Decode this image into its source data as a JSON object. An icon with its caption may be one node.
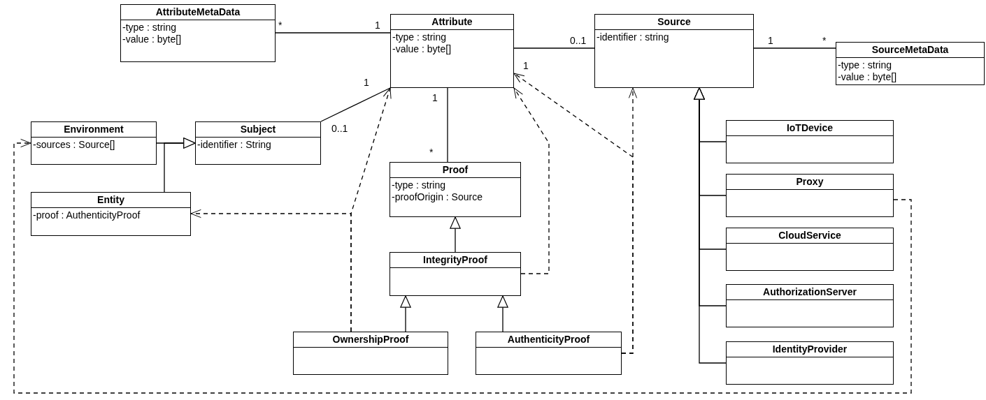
{
  "diagram": {
    "nodes": [
      {
        "text": [
          "AttributeMetaData",
          "-type : string",
          "-value : byte[]"
        ]
      },
      {
        "text": [
          "Attribute",
          "-type : string",
          "-value : byte[]"
        ]
      },
      {
        "text": [
          "Source",
          "-identifier : string"
        ]
      },
      {
        "text": [
          "SourceMetaData",
          "-type : string",
          "-value : byte[]"
        ]
      },
      {
        "text": [
          "Environment",
          "-sources : Source[]"
        ]
      },
      {
        "text": [
          "Subject",
          "-identifier : String"
        ]
      },
      {
        "text": [
          "Entity",
          "-proof : AuthenticityProof"
        ]
      },
      {
        "text": [
          "Proof",
          "-type : string",
          "-proofOrigin : Source"
        ]
      },
      {
        "text": [
          "IntegrityProof"
        ]
      },
      {
        "text": [
          "OwnershipProof"
        ]
      },
      {
        "text": [
          "AuthenticityProof"
        ]
      },
      {
        "text": [
          "IoTDevice"
        ]
      },
      {
        "text": [
          "Proxy"
        ]
      },
      {
        "text": [
          "CloudService"
        ]
      },
      {
        "text": [
          "AuthorizationServer"
        ]
      },
      {
        "text": [
          "IdentityProvider"
        ]
      }
    ],
    "edges": [
      {
        "from": 0,
        "to": 1,
        "arrow": "none"
      },
      {
        "from": 5,
        "to": 1,
        "arrow": "none"
      },
      {
        "from": 1,
        "to": 7,
        "arrow": "none"
      },
      {
        "from": 1,
        "to": 2,
        "arrow": "none"
      },
      {
        "from": 2,
        "to": 3,
        "arrow": "none"
      },
      {
        "from": 4,
        "to": 5,
        "arrow": "to"
      },
      {
        "from": 6,
        "to": 5,
        "arrow": "to"
      },
      {
        "from": 8,
        "to": 7,
        "arrow": "to"
      },
      {
        "from": 9,
        "to": 8,
        "arrow": "to"
      },
      {
        "from": 10,
        "to": 8,
        "arrow": "to"
      },
      {
        "from": 11,
        "to": 2,
        "arrow": "to"
      },
      {
        "from": 12,
        "to": 2,
        "arrow": "to"
      },
      {
        "from": 13,
        "to": 2,
        "arrow": "to"
      },
      {
        "from": 14,
        "to": 2,
        "arrow": "to"
      },
      {
        "from": 15,
        "to": 2,
        "arrow": "to"
      },
      {
        "from": 9,
        "to": 1,
        "arrow": "to",
        "style": "dashed"
      },
      {
        "from": 9,
        "to": 6,
        "arrow": "to",
        "style": "dashed"
      },
      {
        "from": 8,
        "to": 1,
        "arrow": "to",
        "style": "dashed"
      },
      {
        "from": 10,
        "to": 2,
        "arrow": "to",
        "style": "dashed"
      },
      {
        "from": 10,
        "to": 1,
        "arrow": "to",
        "style": "dashed"
      },
      {
        "from": 12,
        "to": 4,
        "arrow": "to",
        "style": "dashed"
      }
    ],
    "labels": [
      "*",
      "1",
      "1",
      "0..1",
      "1",
      "*",
      "1",
      "0..1",
      "1",
      "*"
    ]
  }
}
